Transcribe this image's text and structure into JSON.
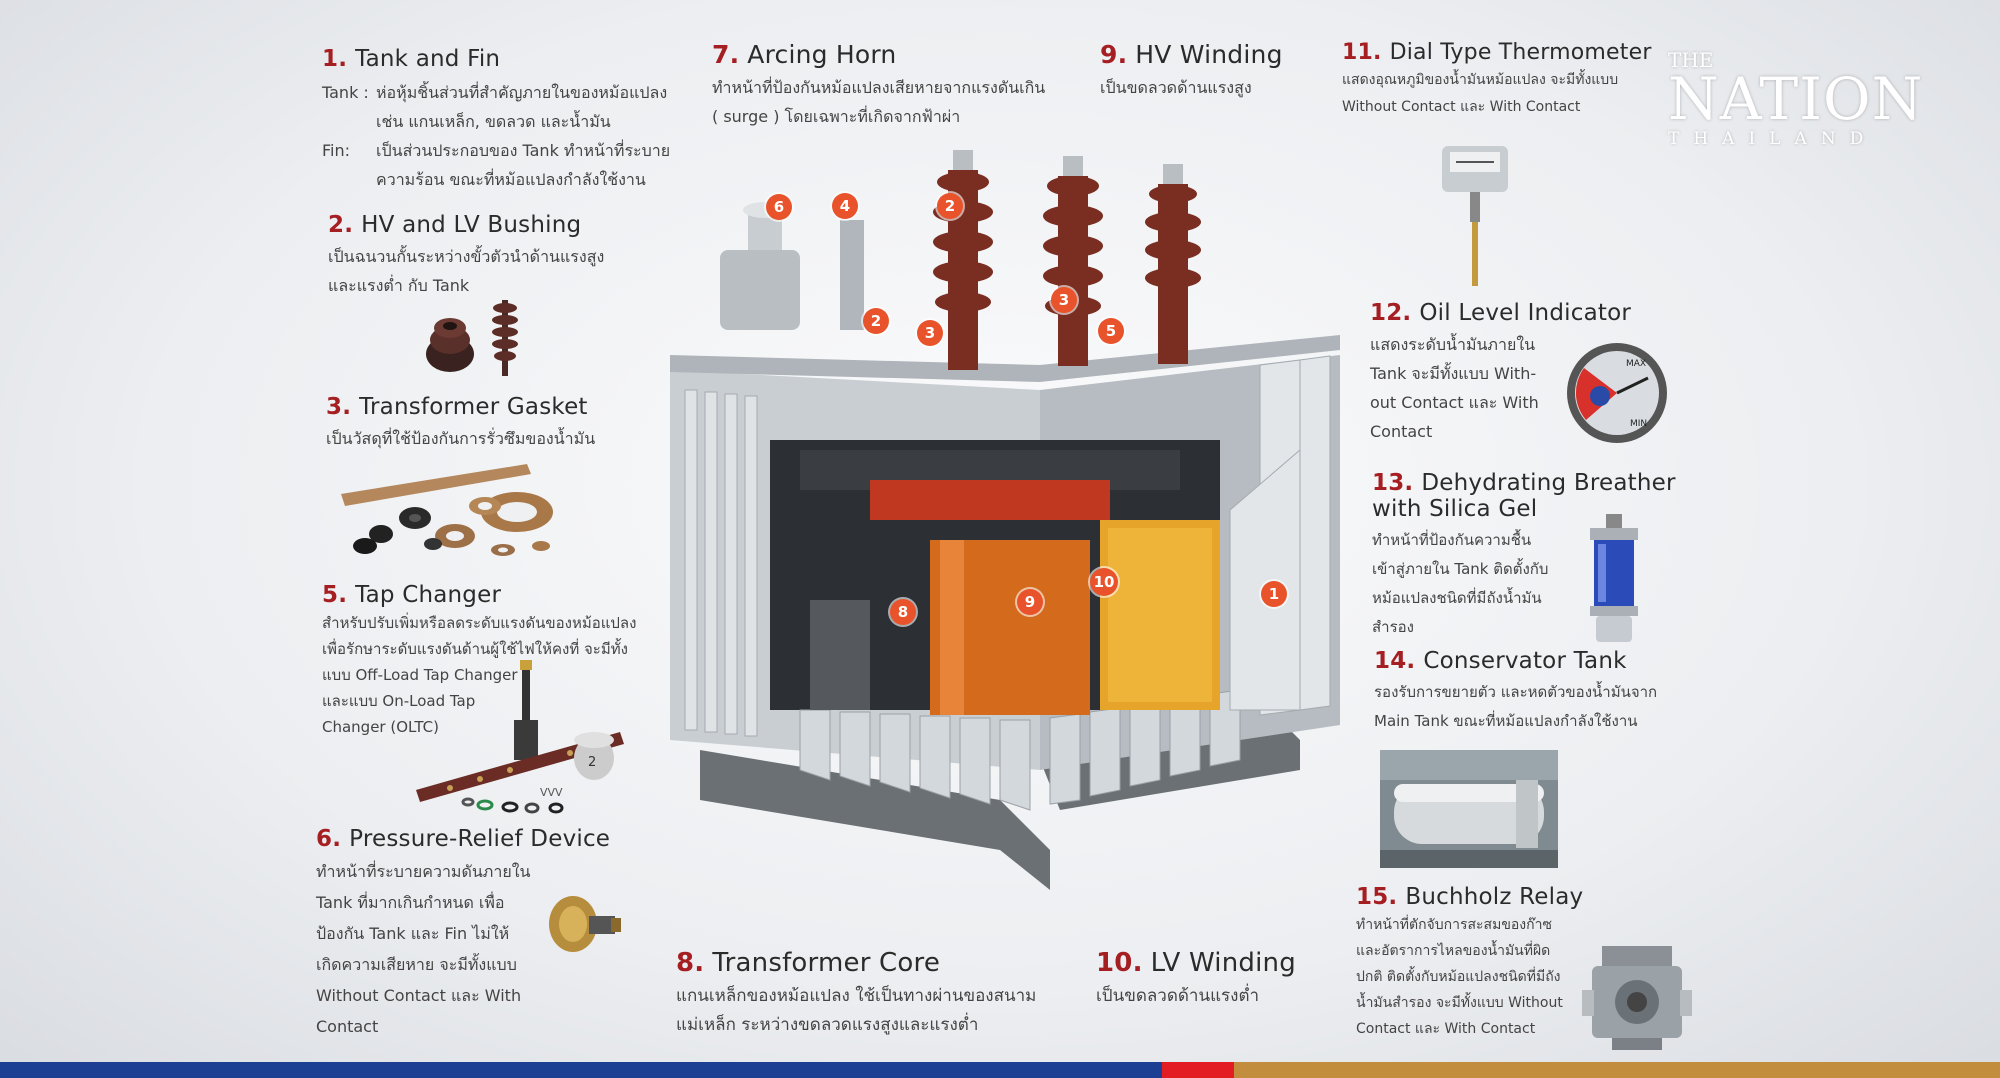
{
  "logo": {
    "the": "THE",
    "nation": "NATION",
    "thailand": "THAILAND"
  },
  "sections": {
    "s1": {
      "num": "1.",
      "title": "Tank and Fin",
      "lines": [
        {
          "label": "Tank :",
          "text": "ห่อหุ้มชิ้นส่วนที่สำคัญภายในของหม้อแปลง"
        },
        {
          "label": "",
          "text": "เช่น แกนเหล็ก, ขดลวด และน้ำมัน"
        },
        {
          "label": "Fin:",
          "text": "เป็นส่วนประกอบของ Tank ทำหน้าที่ระบาย"
        },
        {
          "label": "",
          "text": "ความร้อน ขณะที่หม้อแปลงกำลังใช้งาน"
        }
      ]
    },
    "s2": {
      "num": "2.",
      "title": "HV and LV Bushing",
      "lines": [
        "เป็นฉนวนกั้นระหว่างขั้วตัวนำด้านแรงสูง",
        "และแรงต่ำ กับ Tank"
      ]
    },
    "s3": {
      "num": "3.",
      "title": "Transformer Gasket",
      "lines": [
        "เป็นวัสดุที่ใช้ป้องกันการรั่วซึมของน้ำมัน"
      ]
    },
    "s5": {
      "num": "5.",
      "title": "Tap Changer",
      "lines": [
        "สำหรับปรับเพิ่มหรือลดระดับแรงดันของหม้อแปลง",
        "เพื่อรักษาระดับแรงดันด้านผู้ใช้ไฟให้คงที่ จะมีทั้ง",
        "แบบ Off-Load Tap Changer",
        "และแบบ On-Load Tap",
        "Changer (OLTC)"
      ]
    },
    "s6": {
      "num": "6.",
      "title": "Pressure-Relief Device",
      "lines": [
        "ทำหน้าที่ระบายความดันภายใน",
        "Tank ที่มากเกินกำหนด เพื่อ",
        "ป้องกัน Tank และ Fin ไม่ให้",
        "เกิดความเสียหาย จะมีทั้งแบบ",
        "Without Contact และ With",
        "Contact"
      ]
    },
    "s7": {
      "num": "7.",
      "title": "Arcing Horn",
      "lines": [
        "ทำหน้าที่ป้องกันหม้อแปลงเสียหายจากแรงดันเกิน",
        "( surge ) โดยเฉพาะที่เกิดจากฟ้าผ่า"
      ]
    },
    "s8": {
      "num": "8.",
      "title": "Transformer Core",
      "lines": [
        "แกนเหล็กของหม้อแปลง ใช้เป็นทางผ่านของสนาม",
        "แม่เหล็ก ระหว่างขดลวดแรงสูงและแรงต่ำ"
      ]
    },
    "s9": {
      "num": "9.",
      "title": "HV Winding",
      "lines": [
        "เป็นขดลวดด้านแรงสูง"
      ]
    },
    "s10": {
      "num": "10.",
      "title": "LV Winding",
      "lines": [
        "เป็นขดลวดด้านแรงต่ำ"
      ]
    },
    "s11": {
      "num": "11.",
      "title": "Dial Type Thermometer",
      "lines": [
        "แสดงอุณหภูมิของน้ำมันหม้อแปลง จะมีทั้งแบบ",
        "Without Contact และ With Contact"
      ]
    },
    "s12": {
      "num": "12.",
      "title": "Oil Level Indicator",
      "lines": [
        "แสดงระดับน้ำมันภายใน",
        "Tank จะมีทั้งแบบ With-",
        "out Contact และ With",
        "Contact"
      ]
    },
    "s13": {
      "num": "13.",
      "title": "Dehydrating Breather",
      "title2": "with Silica Gel",
      "lines": [
        "ทำหน้าที่ป้องกันความชื้น",
        "เข้าสู่ภายใน Tank ติดตั้งกับ",
        "หม้อแปลงชนิดที่มีถังน้ำมัน",
        "สำรอง"
      ]
    },
    "s14": {
      "num": "14.",
      "title": "Conservator Tank",
      "lines": [
        "รองรับการขยายตัว และหดตัวของน้ำมันจาก",
        "Main Tank ขณะที่หม้อแปลงกำลังใช้งาน"
      ]
    },
    "s15": {
      "num": "15.",
      "title": "Buchholz Relay",
      "lines": [
        "ทำหน้าที่ตักจับการสะสมของก๊าซ",
        "และอัตราการไหลของน้ำมันที่ผิด",
        "ปกติ ติดตั้งกับหม้อแปลงชนิดที่มีถัง",
        "น้ำมันสำรอง จะมีทั้งแบบ Without",
        "Contact และ With Contact"
      ]
    }
  },
  "callouts": [
    "1",
    "2",
    "2",
    "3",
    "3",
    "4",
    "5",
    "6",
    "8",
    "9",
    "10"
  ],
  "gauge": {
    "top": "MAX",
    "bottom": "MIN"
  },
  "tap_label": "2",
  "colors": {
    "number": "#a51e22",
    "callout": "#e8532b",
    "bar_blue": "#1c3f94",
    "bar_red": "#e31b23",
    "bar_gold": "#c28d3c"
  }
}
